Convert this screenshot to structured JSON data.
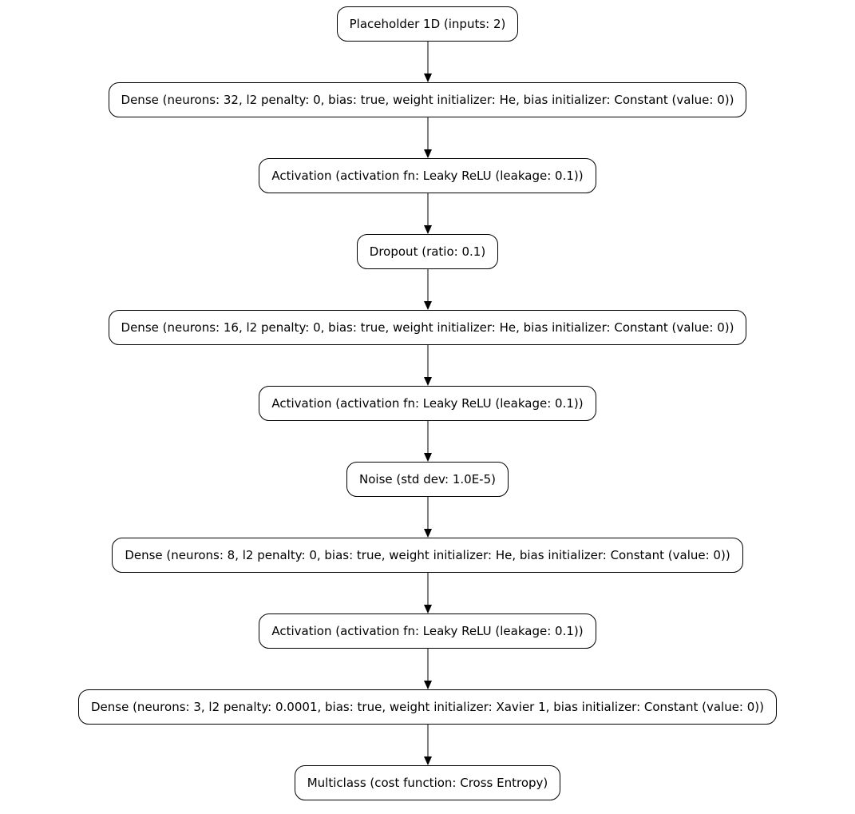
{
  "diagram": {
    "title": "neural-network-architecture-flowchart",
    "colors": {
      "background": "#ffffff",
      "node_fill": "#ffffff",
      "node_border": "#000000",
      "text": "#000000",
      "arrow": "#000000"
    },
    "nodes": [
      {
        "id": "placeholder-1d",
        "label": "Placeholder 1D (inputs: 2)"
      },
      {
        "id": "dense-32",
        "label": "Dense (neurons: 32, l2 penalty: 0, bias: true, weight initializer: He, bias initializer: Constant (value: 0))"
      },
      {
        "id": "activation-1",
        "label": "Activation (activation fn: Leaky ReLU (leakage: 0.1))"
      },
      {
        "id": "dropout",
        "label": "Dropout (ratio: 0.1)"
      },
      {
        "id": "dense-16",
        "label": "Dense (neurons: 16, l2 penalty: 0, bias: true, weight initializer: He, bias initializer: Constant (value: 0))"
      },
      {
        "id": "activation-2",
        "label": "Activation (activation fn: Leaky ReLU (leakage: 0.1))"
      },
      {
        "id": "noise",
        "label": "Noise (std dev: 1.0E-5)"
      },
      {
        "id": "dense-8",
        "label": "Dense (neurons: 8, l2 penalty: 0, bias: true, weight initializer: He, bias initializer: Constant (value: 0))"
      },
      {
        "id": "activation-3",
        "label": "Activation (activation fn: Leaky ReLU (leakage: 0.1))"
      },
      {
        "id": "dense-3",
        "label": "Dense (neurons: 3, l2 penalty: 0.0001, bias: true, weight initializer: Xavier 1, bias initializer: Constant (value: 0))"
      },
      {
        "id": "multiclass",
        "label": "Multiclass (cost function: Cross Entropy)"
      }
    ],
    "edges": [
      {
        "from": "placeholder-1d",
        "to": "dense-32"
      },
      {
        "from": "dense-32",
        "to": "activation-1"
      },
      {
        "from": "activation-1",
        "to": "dropout"
      },
      {
        "from": "dropout",
        "to": "dense-16"
      },
      {
        "from": "dense-16",
        "to": "activation-2"
      },
      {
        "from": "activation-2",
        "to": "noise"
      },
      {
        "from": "noise",
        "to": "dense-8"
      },
      {
        "from": "dense-8",
        "to": "activation-3"
      },
      {
        "from": "activation-3",
        "to": "dense-3"
      },
      {
        "from": "dense-3",
        "to": "multiclass"
      }
    ]
  }
}
